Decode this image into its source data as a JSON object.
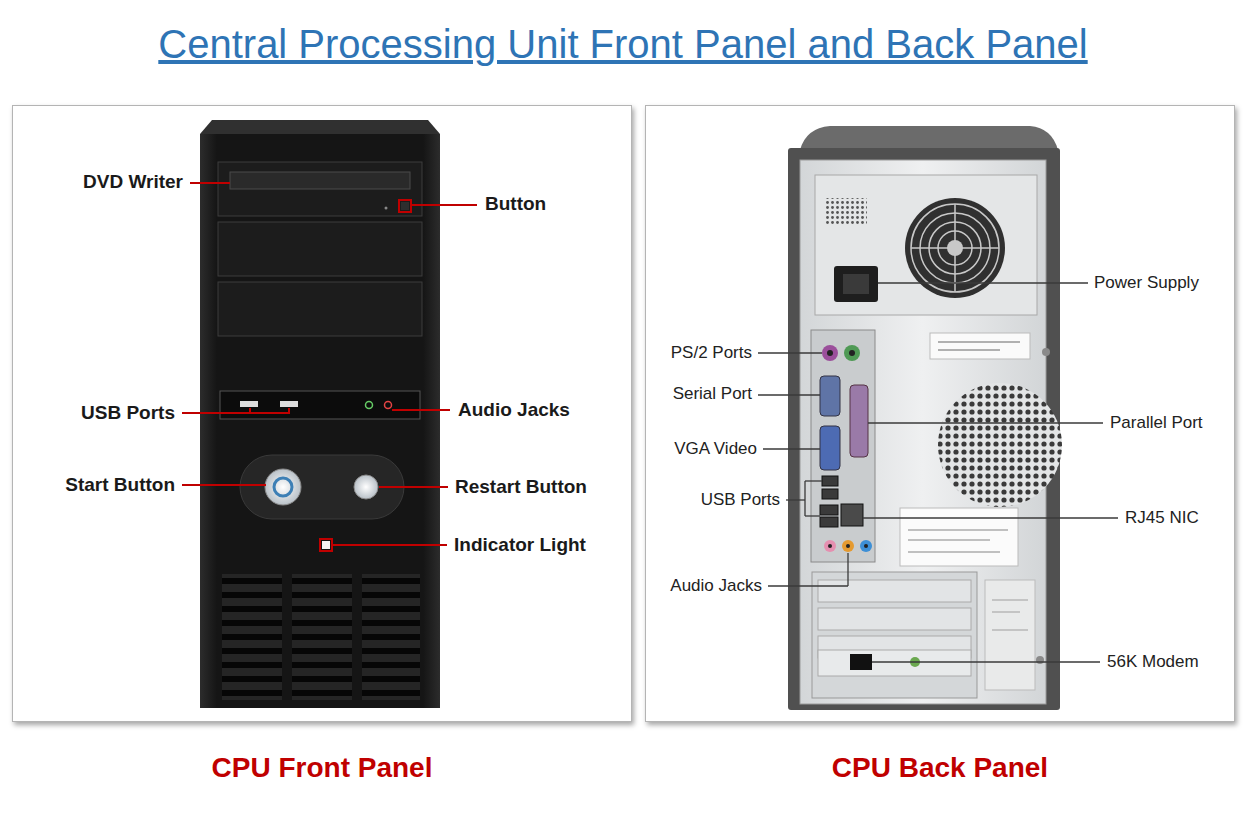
{
  "diagram": {
    "title": "Central Processing Unit Front Panel and Back Panel",
    "nodes": [
      {
        "text": [
          "CPU Front Panel"
        ]
      },
      {
        "text": [
          "CPU Back Panel"
        ]
      }
    ],
    "labels": [
      "DVD Writer",
      "Button",
      "USB Ports",
      "Audio Jacks",
      "Start Button",
      "Restart Button",
      "Indicator Light",
      "Power Supply",
      "PS/2 Ports",
      "Serial Port",
      "Parallel Port",
      "VGA Video",
      "USB Ports",
      "RJ45 NIC",
      "Audio Jacks",
      "56K Modem"
    ]
  }
}
